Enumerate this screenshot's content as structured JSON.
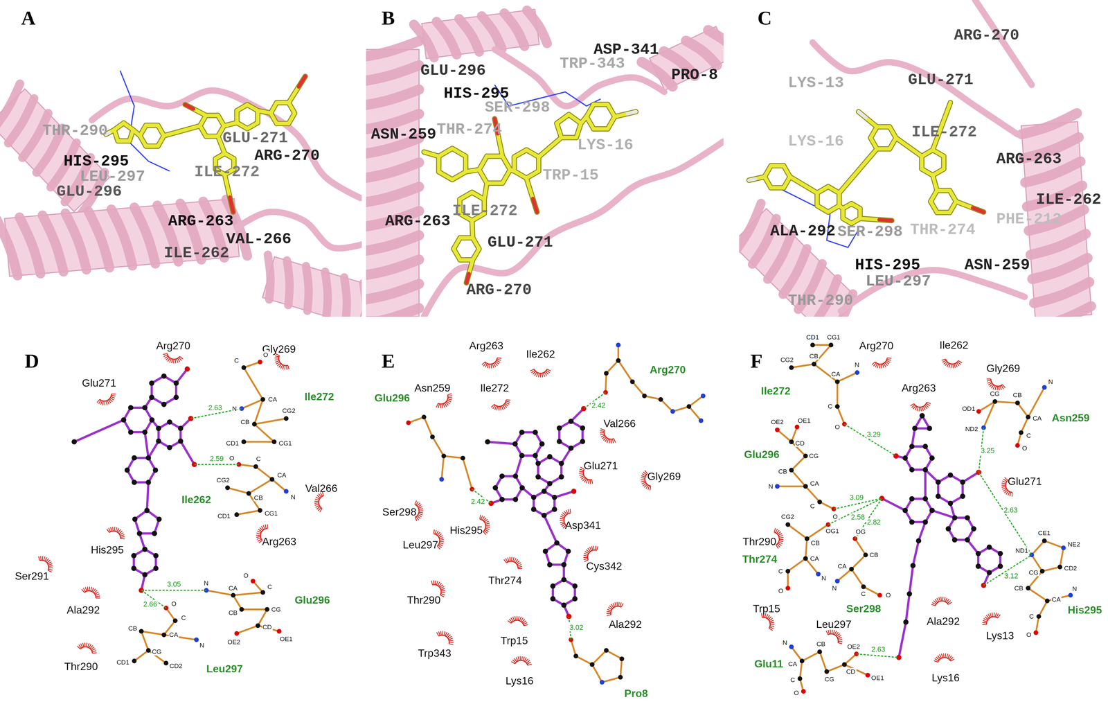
{
  "diagram": {
    "labels": [
      "A",
      "THR-290",
      "HIS-295",
      "LEU-297",
      "GLU-296",
      "GLU-271",
      "ARG-270",
      "ILE-272",
      "ARG-263",
      "VAL-266",
      "ILE-262",
      "B",
      "GLU-296",
      "HIS-295",
      "SER-298",
      "TRP-343",
      "ASP-341",
      "PRO-8",
      "ASN-259",
      "THR-274",
      "LYS-16",
      "TRP-15",
      "ARG-263",
      "ILE-272",
      "GLU-271",
      "ARG-270",
      "C",
      "ARG-270",
      "LYS-13",
      "GLU-271",
      "LYS-16",
      "ILE-272",
      "ARG-263",
      "ILE-262",
      "PHE-212",
      "ALA-292",
      "SER-298",
      "THR-274",
      "HIS-295",
      "LEU-297",
      "ASN-259",
      "THR-290",
      "D",
      "Arg270",
      "Gly269",
      "Glu271",
      "Ile272",
      "2.63",
      "2.59",
      "Val266",
      "Ile262",
      "His295",
      "Arg263",
      "Ser291",
      "Ala292",
      "3.05",
      "2.66",
      "Glu296",
      "Thr290",
      "Leu297",
      "C",
      "O",
      "CA",
      "N",
      "CB",
      "CG2",
      "CD1",
      "CG1",
      "O",
      "C",
      "CA",
      "N",
      "CB",
      "CG2",
      "CG1",
      "CD1",
      "O",
      "C",
      "N",
      "CA",
      "CB",
      "CG",
      "CD",
      "OE2",
      "OE1",
      "O",
      "C",
      "CA",
      "N",
      "CB",
      "CG",
      "CD1",
      "CD2",
      "E",
      "Arg263",
      "Ile262",
      "Asn259",
      "Ile272",
      "Glu296",
      "Arg270",
      "2.42",
      "Val266",
      "Glu271",
      "Gly269",
      "Ser298",
      "2.42",
      "His295",
      "Asp341",
      "Leu297",
      "Cys342",
      "Thr274",
      "Thr290",
      "Ala292",
      "3.02",
      "Trp15",
      "Trp343",
      "Lys16",
      "Pro8",
      "F",
      "Arg270",
      "Ile262",
      "Gly269",
      "Arg263",
      "Ile272",
      "Asn259",
      "3.29",
      "3.25",
      "Glu296",
      "Glu271",
      "3.09",
      "2.58",
      "2.82",
      "2.63",
      "Thr290",
      "Thr274",
      "3.12",
      "Trp15",
      "Ser298",
      "His295",
      "Leu297",
      "Ala292",
      "Lys13",
      "Glu11",
      "2.63",
      "Lys16",
      "CD1",
      "CG1",
      "CG2",
      "CB",
      "N",
      "CA",
      "C",
      "O",
      "OE2",
      "OE1",
      "CD",
      "CG",
      "CB",
      "N",
      "CA",
      "C",
      "O",
      "CG2",
      "OG1",
      "CB",
      "CA",
      "N",
      "C",
      "O",
      "OG",
      "CB",
      "CA",
      "N",
      "C",
      "O",
      "N",
      "CB",
      "CG",
      "OD1",
      "ND2",
      "CA",
      "C",
      "O",
      "CE1",
      "NE2",
      "ND1",
      "CD2",
      "CG",
      "CB",
      "CA",
      "N",
      "C",
      "O",
      "N",
      "CA",
      "CB",
      "CG",
      "CD",
      "OE2",
      "OE1",
      "C",
      "O"
    ]
  }
}
